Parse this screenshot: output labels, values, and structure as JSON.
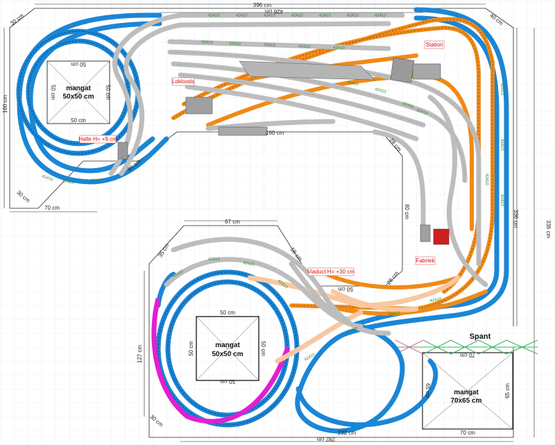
{
  "dimensions": {
    "top_396": "396 cm",
    "top_426": "426 cm",
    "left_160": "160 cm",
    "topleft_30": "30 cm",
    "topright_40": "40 cm",
    "bottomleft_30": "30 cm",
    "left_70": "70 cm",
    "mid_85": "85 cm",
    "mid_160": "160 cm",
    "mid_28a": "28 cm",
    "mid_80": "80 cm",
    "mid_28b": "28 cm",
    "mid_50": "50 cm",
    "inner_67": "67 cm",
    "inner_58": "58 cm",
    "inner_35": "35 cm",
    "left_127": "127 cm",
    "lower_30": "30 cm",
    "bottom_292": "292 cm",
    "bottom_232": "232 cm",
    "right_336a": "336 cm",
    "right_336b": "336 cm",
    "br_70top": "70 cm",
    "br_70bottom": "70 cm",
    "br_65left": "65 cm",
    "br_65right": "65 cm",
    "tl_50top": "50 cm",
    "tl_50left": "50 cm",
    "tl_50right": "50 cm",
    "tl_50bottom": "50 cm",
    "bl_50top": "50 cm",
    "bl_50left": "50 cm",
    "bl_50right": "50 cm",
    "bl_50bottom": "50 cm"
  },
  "mangat": {
    "top_left": {
      "line1": "mangat",
      "line2": "50x50 cm"
    },
    "bottom_left": {
      "line1": "mangat",
      "line2": "50x50 cm"
    },
    "bottom_right": {
      "line1": "mangat",
      "line2": "70x65 cm"
    }
  },
  "labels": {
    "station": "Station",
    "lokloods": "Lokloods",
    "halte": "Halte H= +9 cm",
    "viaduct": "Viaduct H= +30 cm",
    "fabriek": "Fabriek",
    "spant": "Spant"
  },
  "track_code": "42410",
  "colors": {
    "blue": "#1a86d6",
    "orange": "#f08a18",
    "grey": "#bdbdbd",
    "magenta": "#e020d0",
    "peach": "#f7c8a0",
    "green": "#2a8a2a",
    "red": "#cc1111"
  }
}
